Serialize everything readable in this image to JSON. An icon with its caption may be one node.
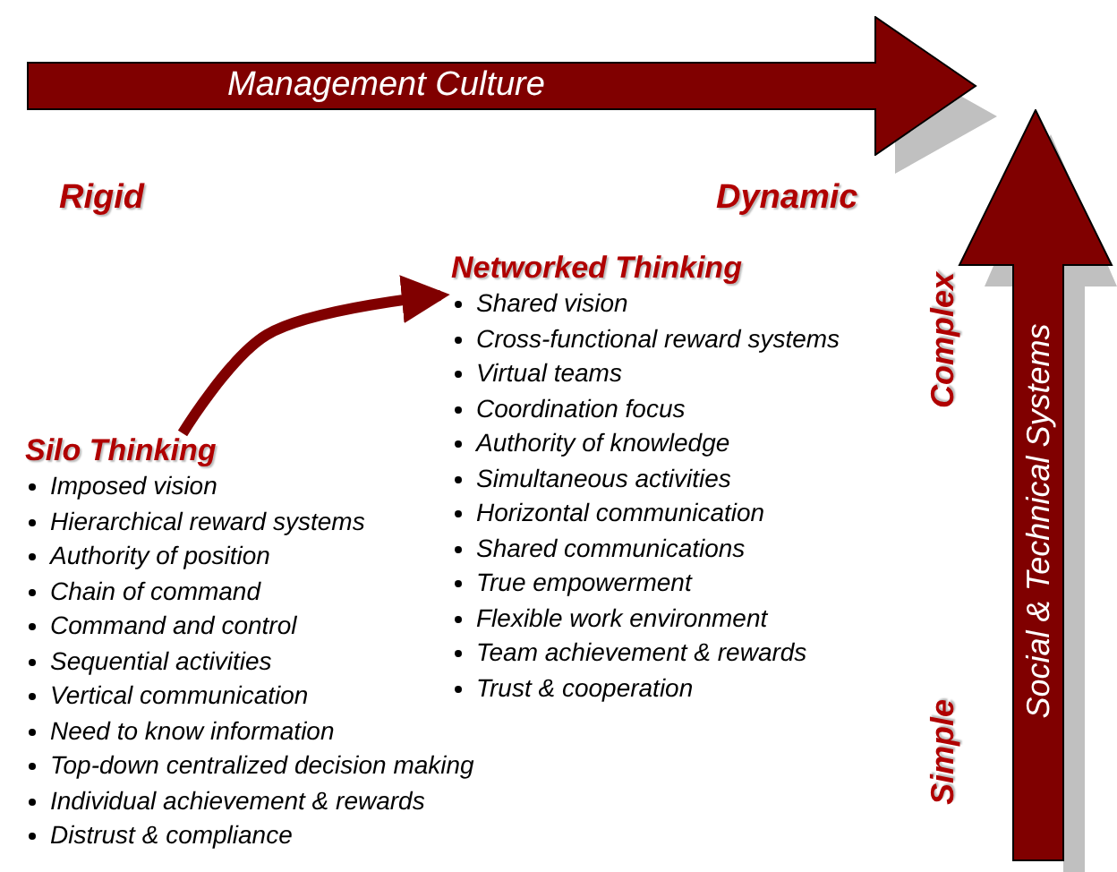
{
  "diagram": {
    "nodes": [
      {
        "text": [
          "Management Culture"
        ]
      },
      {
        "text": [
          "Social & Technical Systems"
        ]
      },
      {
        "text": [
          "Silo Thinking",
          "Imposed vision",
          "Hierarchical reward systems",
          "Authority of position",
          "Chain of command",
          "Command and control",
          "Sequential activities",
          "Vertical communication",
          "Need to know information",
          "Top-down centralized decision making",
          "Individual achievement & rewards",
          "Distrust & compliance"
        ]
      },
      {
        "text": [
          "Networked Thinking",
          "Shared vision",
          "Cross-functional reward systems",
          "Virtual teams",
          "Coordination focus",
          "Authority of knowledge",
          "Simultaneous activities",
          "Horizontal communication",
          "Shared communications",
          "True empowerment",
          "Flexible work environment",
          "Team achievement & rewards",
          "Trust & cooperation"
        ]
      }
    ],
    "edges": [
      {
        "from": 2,
        "to": 3,
        "arrow": "to"
      }
    ],
    "labels": [
      "Rigid",
      "Dynamic",
      "Complex",
      "Simple"
    ]
  }
}
